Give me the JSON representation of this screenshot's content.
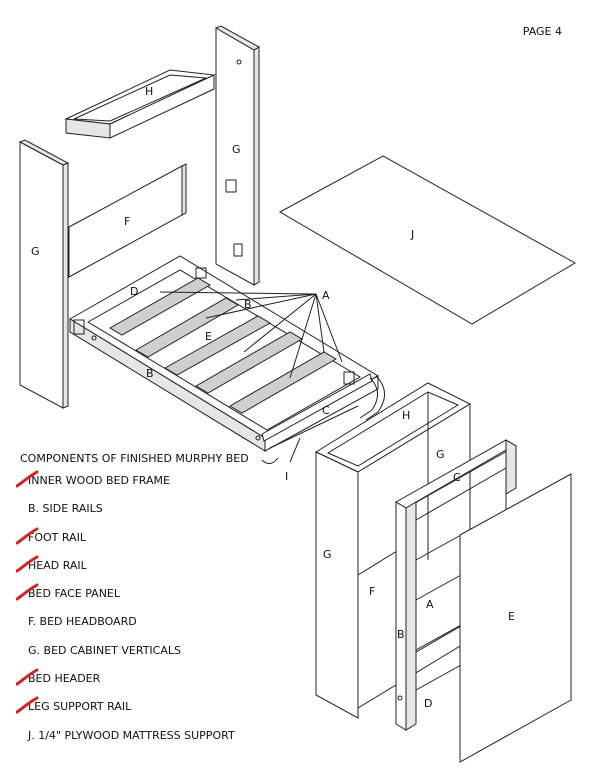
{
  "page_label": "PAGE 4",
  "labels": {
    "H": "H",
    "G": "G",
    "F": "F",
    "J": "J",
    "D": "D",
    "B": "B",
    "E": "E",
    "A": "A",
    "C": "C",
    "I": "I"
  },
  "components": {
    "title": "COMPONENTS OF FINISHED MURPHY BED",
    "items": [
      {
        "text": "INNER WOOD BED FRAME",
        "checked": true
      },
      {
        "text": "B.  SIDE RAILS",
        "checked": false
      },
      {
        "text": "FOOT RAIL",
        "checked": true
      },
      {
        "text": "HEAD RAIL",
        "checked": true
      },
      {
        "text": "BED FACE PANEL",
        "checked": true
      },
      {
        "text": "F.  BED HEADBOARD",
        "checked": false
      },
      {
        "text": "G.  BED CABINET VERTICALS",
        "checked": false
      },
      {
        "text": "BED HEADER",
        "checked": true
      },
      {
        "text": "LEG SUPPORT RAIL",
        "checked": true
      },
      {
        "text": "J.   1/4\" PLYWOOD MATTRESS SUPPORT",
        "checked": false
      }
    ],
    "check_color": "#d92020"
  }
}
